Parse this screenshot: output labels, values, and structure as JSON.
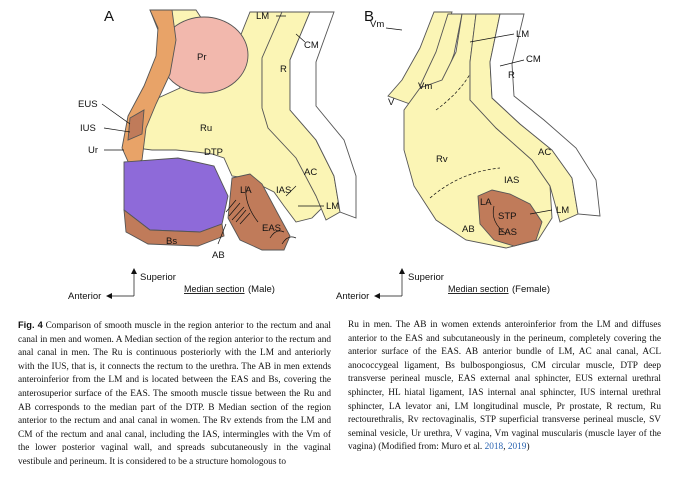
{
  "figure": {
    "panel_a": {
      "letter": "A",
      "labels": {
        "lm_top": "LM",
        "cm": "CM",
        "r": "R",
        "pr": "Pr",
        "eus": "EUS",
        "ius": "IUS",
        "ur": "Ur",
        "ru": "Ru",
        "dtp": "DTP",
        "ac": "AC",
        "la": "LA",
        "ias": "IAS",
        "lm_side": "LM",
        "eas": "EAS",
        "bs": "Bs",
        "ab": "AB"
      },
      "orientation": {
        "superior": "Superior",
        "anterior": "Anterior"
      },
      "section_label": "Median section",
      "section_sex": "(Male)"
    },
    "panel_b": {
      "letter": "B",
      "labels": {
        "vm_top": "Vm",
        "lm_top": "LM",
        "cm": "CM",
        "r": "R",
        "vm": "Vm",
        "v": "V",
        "rv": "Rv",
        "ac": "AC",
        "ias": "IAS",
        "la": "LA",
        "stp": "STP",
        "lm_side": "LM",
        "ab": "AB",
        "eas": "EAS"
      },
      "orientation": {
        "superior": "Superior",
        "anterior": "Anterior"
      },
      "section_label": "Median section",
      "section_sex": "(Female)"
    },
    "colors": {
      "muscle_yellow": "#fbf5b5",
      "prostate_pink": "#f2b8ad",
      "urethra_orange": "#e8a368",
      "bulbospongiosus_purple": "#8e6ad9",
      "sphincter_brown": "#c07b5a"
    }
  },
  "caption": {
    "fig_label": "Fig. 4",
    "left_text": "Comparison of smooth muscle in the region anterior to the rectum and anal canal in men and women. A Median section of the region anterior to the rectum and anal canal in men. The Ru is continuous posteriorly with the LM and anteriorly with the IUS, that is, it connects the rectum to the urethra. The AB in men extends anteroinferior from the LM and is located between the EAS and Bs, covering the anterosuperior surface of the EAS. The smooth muscle tissue between the Ru and AB corresponds to the median part of the DTP. B Median section of the region anterior to the rectum and anal canal in women. The Rv extends from the LM and CM of the rectum and anal canal, including the IAS, intermingles with the Vm of the lower posterior vaginal wall, and spreads subcutaneously in the vaginal vestibule and perineum. It is considered to be a structure homologous to",
    "right_text": "Ru in men. The AB in women extends anteroinferior from the LM and diffuses anterior to the EAS and subcutaneously in the perineum, completely covering the anterior surface of the EAS. AB anterior bundle of LM, AC anal canal, ACL anococcygeal ligament, Bs bulbospongiosus, CM circular muscle, DTP deep transverse perineal muscle, EAS external anal sphincter, EUS external urethral sphincter, HL hiatal ligament, IAS internal anal sphincter, IUS internal urethral sphincter, LA levator ani, LM longitudinal muscle, Pr prostate, R rectum, Ru rectourethralis, Rv rectovaginalis, STP superficial transverse perineal muscle, SV seminal vesicle, Ur urethra, V vagina, Vm vaginal muscularis (muscle layer of the vagina) (Modified from: Muro et al.",
    "ref_year_1": "2018",
    "ref_sep": ", ",
    "ref_year_2": "2019",
    "ref_close": ")"
  }
}
